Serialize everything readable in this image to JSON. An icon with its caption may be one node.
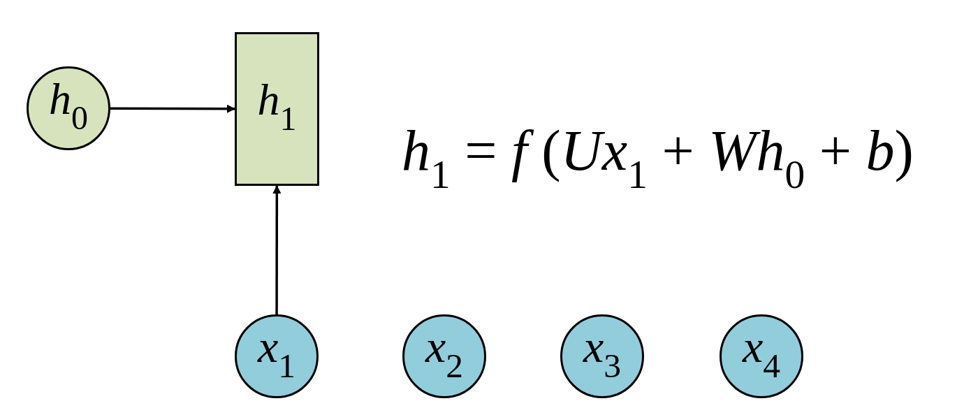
{
  "diagram": {
    "nodes": [
      {
        "text": [
          "*h*$_{0}$"
        ]
      },
      {
        "text": [
          "*h*$_{1}$"
        ]
      },
      {
        "text": [
          "*x*$_{1}$"
        ]
      },
      {
        "text": [
          "*x*$_{2}$"
        ]
      },
      {
        "text": [
          "*x*$_{3}$"
        ]
      },
      {
        "text": [
          "*x*$_{4}$"
        ]
      }
    ],
    "edges": [
      {
        "from": 0,
        "to": 1,
        "arrow": "to"
      },
      {
        "from": 2,
        "to": 1,
        "arrow": "to"
      }
    ],
    "labels": [
      "*h*$_{1}$ = *f* (*Ux*$_{1}$ + *Wh*$_{0}$ + *b*)"
    ]
  }
}
